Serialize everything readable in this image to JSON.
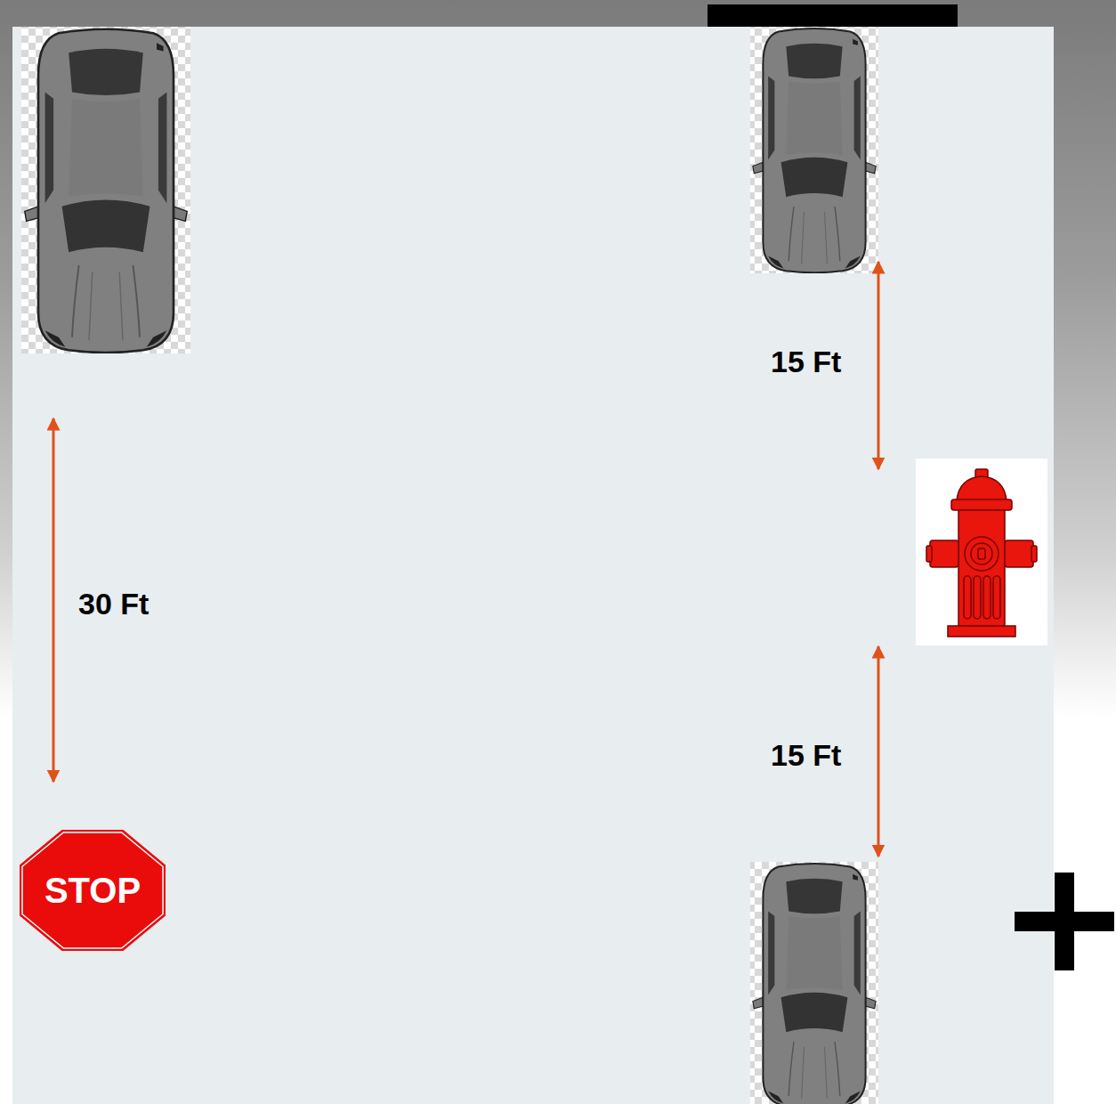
{
  "diagram": {
    "nodes": [
      {
        "text": [
          "STOP"
        ]
      }
    ],
    "labels": [
      "15 Ft",
      "30 Ft",
      "15 Ft"
    ]
  }
}
